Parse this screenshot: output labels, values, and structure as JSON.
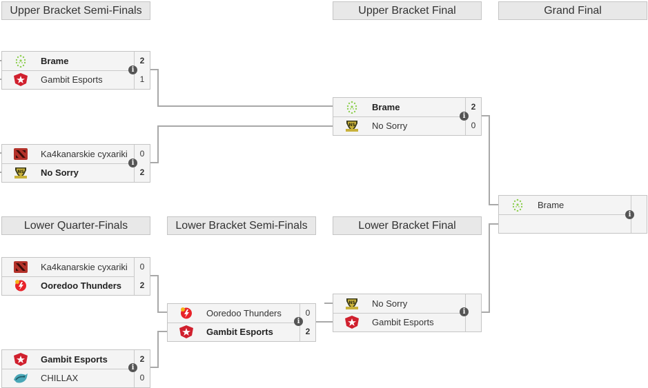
{
  "headers": {
    "ub_semis": "Upper Bracket Semi-Finals",
    "ub_final": "Upper Bracket Final",
    "grand_final": "Grand Final",
    "lb_quarters": "Lower Quarter-Finals",
    "lb_semis": "Lower Bracket Semi-Finals",
    "lb_final": "Lower Bracket Final"
  },
  "matches": {
    "ubs1": {
      "team1": "Brame",
      "score1": "2",
      "team2": "Gambit Esports",
      "score2": "1"
    },
    "ubs2": {
      "team1": "Ka4kanarskie cyxariki",
      "score1": "0",
      "team2": "No Sorry",
      "score2": "2"
    },
    "ubf": {
      "team1": "Brame",
      "score1": "2",
      "team2": "No Sorry",
      "score2": "0"
    },
    "lq1": {
      "team1": "Ka4kanarskie cyxariki",
      "score1": "0",
      "team2": "Ooredoo Thunders",
      "score2": "2"
    },
    "lq2": {
      "team1": "Gambit Esports",
      "score1": "2",
      "team2": "CHILLAX",
      "score2": "0"
    },
    "lbs": {
      "team1": "Ooredoo Thunders",
      "score1": "0",
      "team2": "Gambit Esports",
      "score2": "2"
    },
    "lbf": {
      "team1": "No Sorry",
      "score1": "",
      "team2": "Gambit Esports",
      "score2": ""
    },
    "gf": {
      "team1": "Brame",
      "score1": "",
      "team2": "",
      "score2": ""
    }
  },
  "info_glyph": "i",
  "colors": {
    "header_bg": "#e8e8e8",
    "match_bg": "#f4f4f4",
    "border": "#c4c4c4",
    "connector": "#a8a8a8"
  },
  "icons": {
    "brame": "brame-logo",
    "gambit": "gambit-logo",
    "nosorry": "nosorry-logo",
    "ka4": "dota-logo",
    "ooredoo": "ooredoo-logo",
    "chillax": "chillax-logo",
    "info": "info-icon"
  }
}
